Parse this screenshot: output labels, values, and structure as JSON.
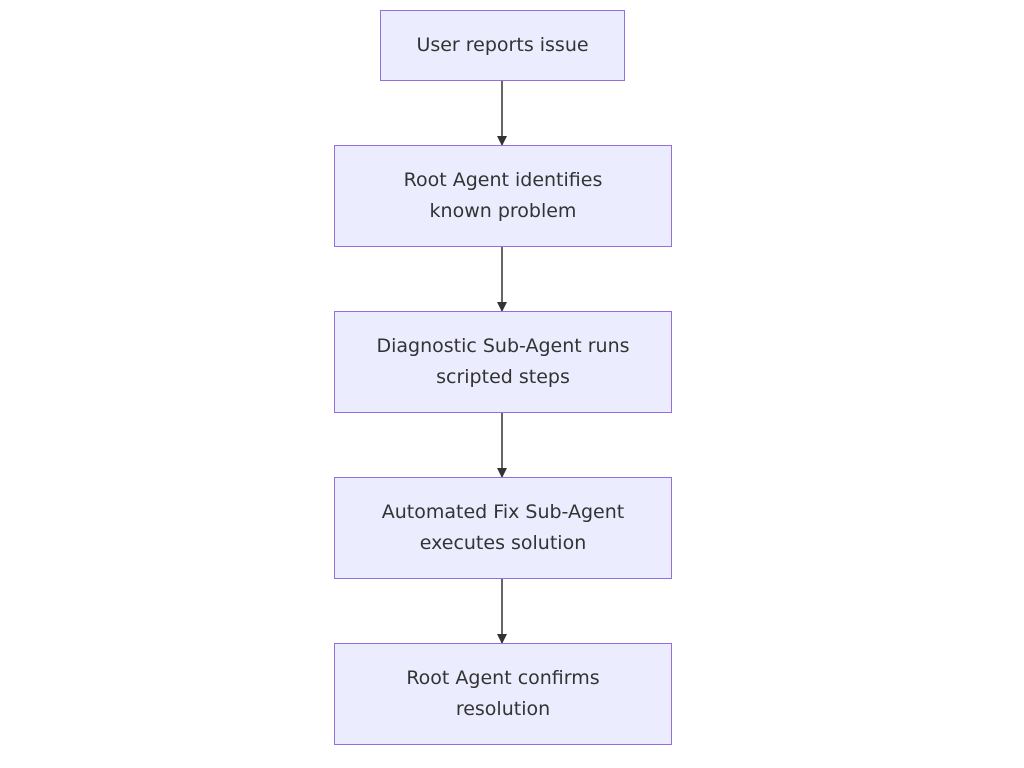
{
  "colors": {
    "node_fill": "#ececff",
    "node_stroke": "#9370db",
    "text": "#333333",
    "edge": "#333333"
  },
  "nodes": [
    {
      "id": "user-reports-issue",
      "lines": [
        "User reports issue"
      ]
    },
    {
      "id": "root-agent-identifies",
      "lines": [
        "Root Agent identifies",
        "known problem"
      ]
    },
    {
      "id": "diagnostic-sub-agent",
      "lines": [
        "Diagnostic Sub-Agent runs",
        "scripted steps"
      ]
    },
    {
      "id": "automated-fix-sub-agent",
      "lines": [
        "Automated Fix Sub-Agent",
        "executes solution"
      ]
    },
    {
      "id": "root-agent-confirms",
      "lines": [
        "Root Agent confirms",
        "resolution"
      ]
    }
  ],
  "edges": [
    {
      "from": "user-reports-issue",
      "to": "root-agent-identifies"
    },
    {
      "from": "root-agent-identifies",
      "to": "diagnostic-sub-agent"
    },
    {
      "from": "diagnostic-sub-agent",
      "to": "automated-fix-sub-agent"
    },
    {
      "from": "automated-fix-sub-agent",
      "to": "root-agent-confirms"
    }
  ]
}
